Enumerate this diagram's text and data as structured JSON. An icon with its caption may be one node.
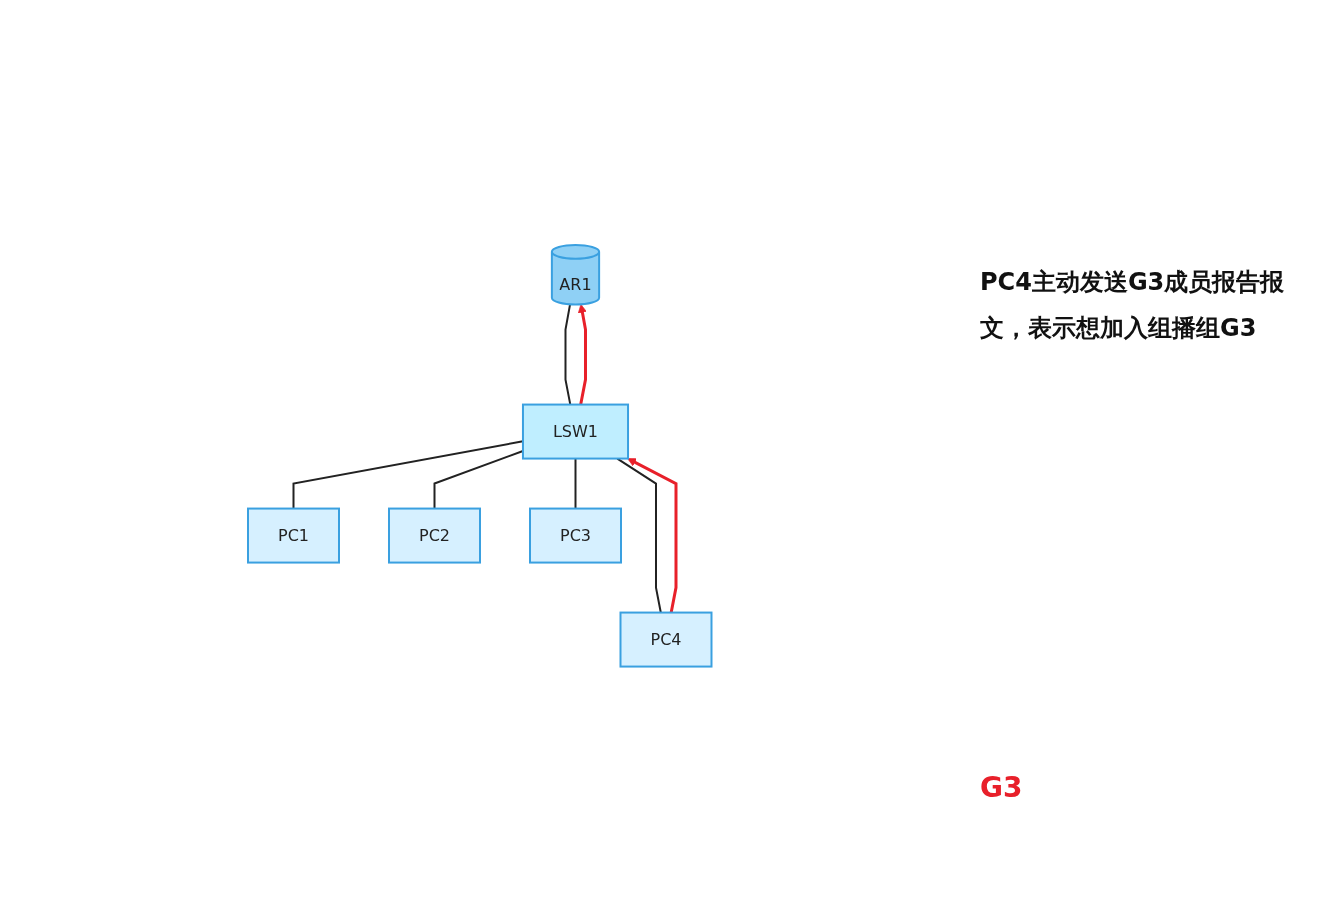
{
  "diagram": {
    "nodes": [
      {
        "text": [
          "AR1"
        ]
      },
      {
        "text": [
          "LSW1"
        ]
      },
      {
        "text": [
          "PC1"
        ]
      },
      {
        "text": [
          "PC2"
        ]
      },
      {
        "text": [
          "PC3"
        ]
      },
      {
        "text": [
          "PC4"
        ]
      }
    ],
    "edges": [
      {
        "from": 0,
        "to": 1,
        "arrow": "none"
      },
      {
        "from": 1,
        "to": 2,
        "arrow": "none"
      },
      {
        "from": 1,
        "to": 3,
        "arrow": "none"
      },
      {
        "from": 1,
        "to": 4,
        "arrow": "none"
      },
      {
        "from": 1,
        "to": 5,
        "arrow": "none"
      },
      {
        "from": 5,
        "to": 1,
        "arrow": "to",
        "color": "#e8202a"
      },
      {
        "from": 1,
        "to": 0,
        "arrow": "to",
        "color": "#e8202a"
      }
    ],
    "labels": [
      "PC4主动发送G3成员报告报文，表示想加入组播组G3",
      "G3"
    ]
  }
}
